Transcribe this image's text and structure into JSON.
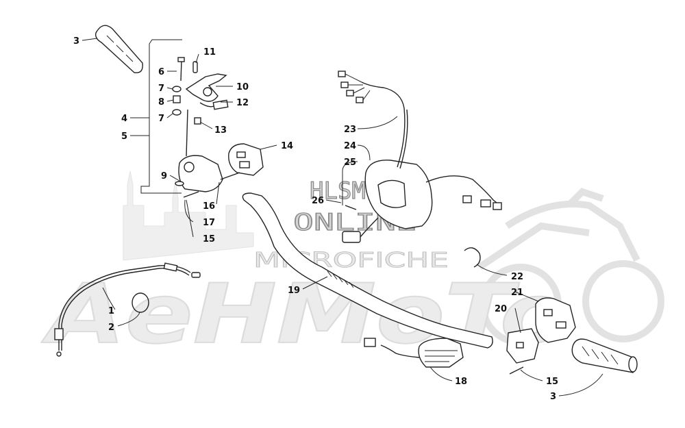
{
  "watermark": {
    "brand": "AeHMoTo",
    "line1": "HLSM",
    "line2": "ONLINE",
    "line3": "MICROFICHE"
  },
  "callouts": [
    {
      "id": "c3a",
      "text": "3"
    },
    {
      "id": "c6",
      "text": "6"
    },
    {
      "id": "c11",
      "text": "11"
    },
    {
      "id": "c7a",
      "text": "7"
    },
    {
      "id": "c10",
      "text": "10"
    },
    {
      "id": "c8",
      "text": "8"
    },
    {
      "id": "c12",
      "text": "12"
    },
    {
      "id": "c7b",
      "text": "7"
    },
    {
      "id": "c4",
      "text": "4"
    },
    {
      "id": "c13",
      "text": "13"
    },
    {
      "id": "c5",
      "text": "5"
    },
    {
      "id": "c14",
      "text": "14"
    },
    {
      "id": "c9",
      "text": "9"
    },
    {
      "id": "c16",
      "text": "16"
    },
    {
      "id": "c17",
      "text": "17"
    },
    {
      "id": "c15a",
      "text": "15"
    },
    {
      "id": "c23",
      "text": "23"
    },
    {
      "id": "c24",
      "text": "24"
    },
    {
      "id": "c25",
      "text": "25"
    },
    {
      "id": "c26",
      "text": "26"
    },
    {
      "id": "c22",
      "text": "22"
    },
    {
      "id": "c19",
      "text": "19"
    },
    {
      "id": "c21",
      "text": "21"
    },
    {
      "id": "c20",
      "text": "20"
    },
    {
      "id": "c1",
      "text": "1"
    },
    {
      "id": "c2",
      "text": "2"
    },
    {
      "id": "c18",
      "text": "18"
    },
    {
      "id": "c15b",
      "text": "15"
    },
    {
      "id": "c3b",
      "text": "3"
    }
  ]
}
